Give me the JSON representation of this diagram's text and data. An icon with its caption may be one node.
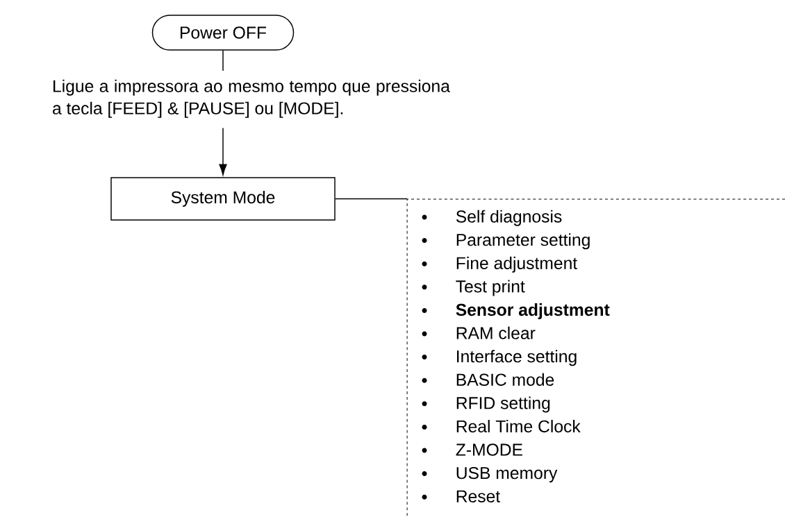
{
  "diagram": {
    "nodes": [
      {
        "text": [
          "Power OFF"
        ]
      },
      {
        "text": [
          "Ligue a impressora ao mesmo tempo que pressiona a tecla [FEED] & [PAUSE] ou [MODE]."
        ]
      },
      {
        "text": [
          "System Mode"
        ]
      },
      {
        "text": [
          "Self diagnosis",
          "Parameter setting",
          "Fine adjustment",
          "Test print",
          "**Sensor adjustment**",
          "RAM clear",
          "Interface setting",
          "BASIC mode",
          "RFID setting",
          "Real Time Clock",
          "Z-MODE",
          "USB memory",
          "Reset"
        ]
      }
    ],
    "edges": [
      {
        "from": 0,
        "to": 1,
        "arrow": "none"
      },
      {
        "from": 1,
        "to": 2,
        "arrow": "to"
      },
      {
        "from": 2,
        "to": 3,
        "arrow": "none"
      }
    ]
  }
}
